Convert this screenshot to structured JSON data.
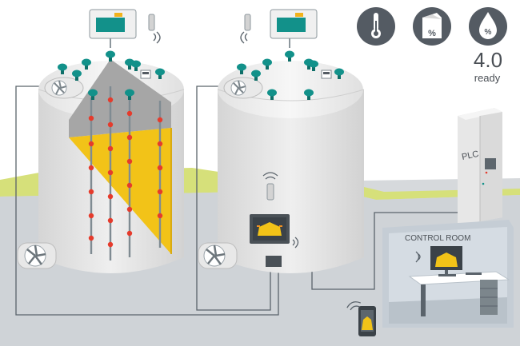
{
  "badge": {
    "number": "4.0",
    "word": "ready"
  },
  "status_icons": [
    {
      "name": "thermometer-icon"
    },
    {
      "name": "humidity-document-icon",
      "symbol": "%"
    },
    {
      "name": "moisture-drop-icon",
      "symbol": "%"
    }
  ],
  "plc": {
    "label": "PLC"
  },
  "control_room": {
    "label": "CONTROL ROOM"
  },
  "colors": {
    "accent_teal": "#12918a",
    "grain_yellow": "#f2c318",
    "sensor_red": "#e53b2c",
    "silo_gray": "#d9d9d9",
    "cable_dark": "#555f66",
    "icon_dark": "#545b63"
  }
}
